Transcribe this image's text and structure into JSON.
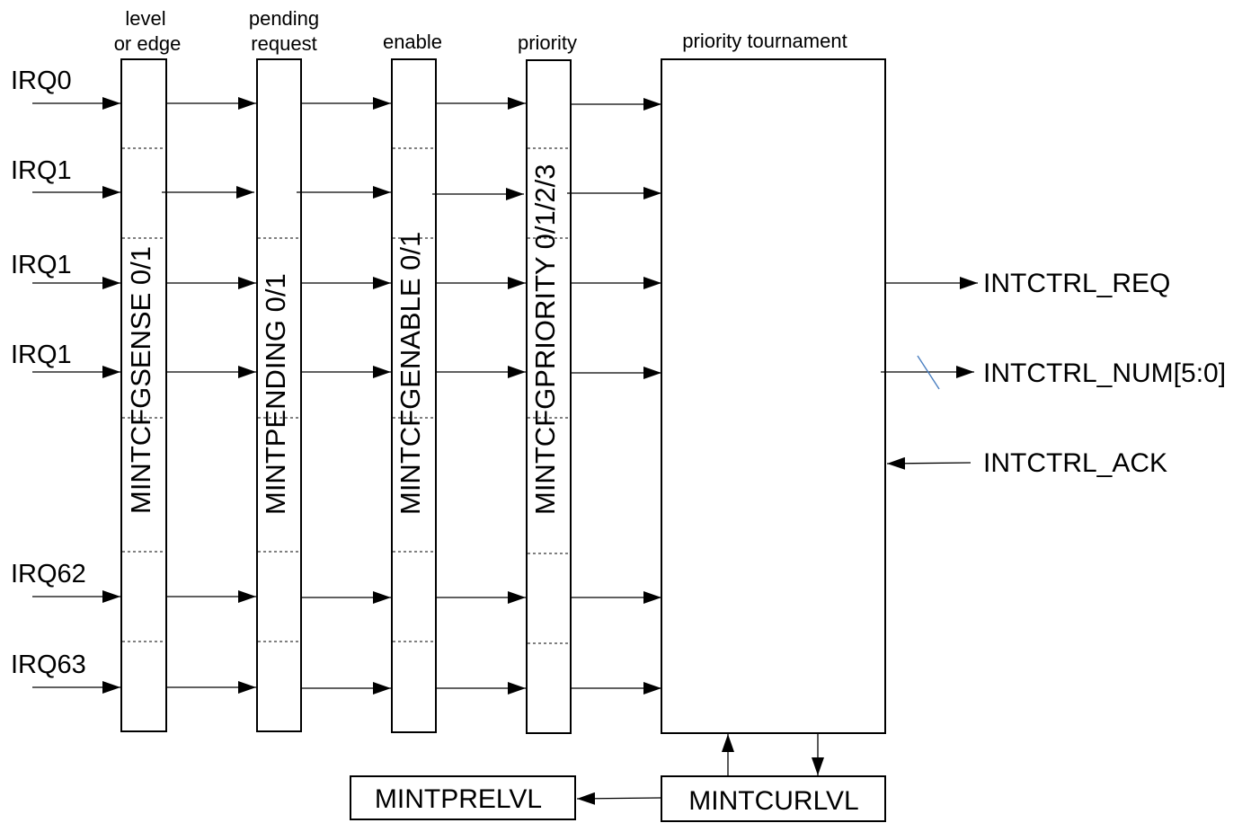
{
  "headers": {
    "sense_line1": "level",
    "sense_line2": "or edge",
    "pending_line1": "pending",
    "pending_line2": "request",
    "enable": "enable",
    "priority": "priority",
    "tournament": "priority tournament"
  },
  "columns": {
    "sense": "MINTCFGSENSE 0/1",
    "pending": "MINTPENDING 0/1",
    "enable": "MINTCFGENABLE 0/1",
    "priority": "MINTCFGPRIORITY 0/1/2/3"
  },
  "irq_labels": [
    "IRQ0",
    "IRQ1",
    "IRQ1",
    "IRQ1",
    "IRQ62",
    "IRQ63"
  ],
  "outputs": {
    "req": "INTCTRL_REQ",
    "num": "INTCTRL_NUM[5:0]",
    "ack": "INTCTRL_ACK"
  },
  "registers": {
    "curlvl": "MINTCURLVL",
    "prelvl": "MINTPRELVL"
  },
  "colors": {
    "bus_slash": "#4a7fc1",
    "line": "#000000"
  }
}
